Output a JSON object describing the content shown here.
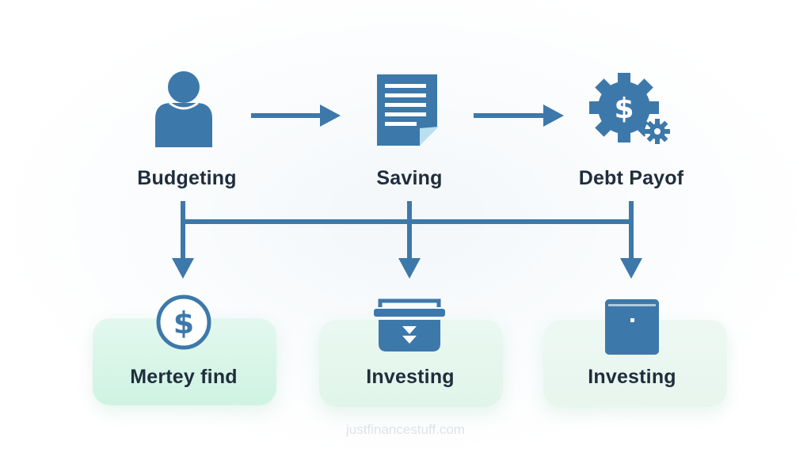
{
  "top_stages": [
    {
      "label": "Budgeting",
      "icon": "person-icon"
    },
    {
      "label": "Saving",
      "icon": "document-icon"
    },
    {
      "label": "Debt Payof",
      "icon": "dollar-gear-icon"
    }
  ],
  "bottom_stages": [
    {
      "label": "Mertey find",
      "icon": "dollar-coin-icon"
    },
    {
      "label": "Investing",
      "icon": "basket-icon"
    },
    {
      "label": "Investing",
      "icon": "safe-icon"
    }
  ],
  "footer": {
    "text": "justfinancestuff.com"
  },
  "colors": {
    "primary": "#3d78aa",
    "text": "#1f2d3d",
    "card_green": "#d6f5e7",
    "footer": "#dde3e8"
  }
}
